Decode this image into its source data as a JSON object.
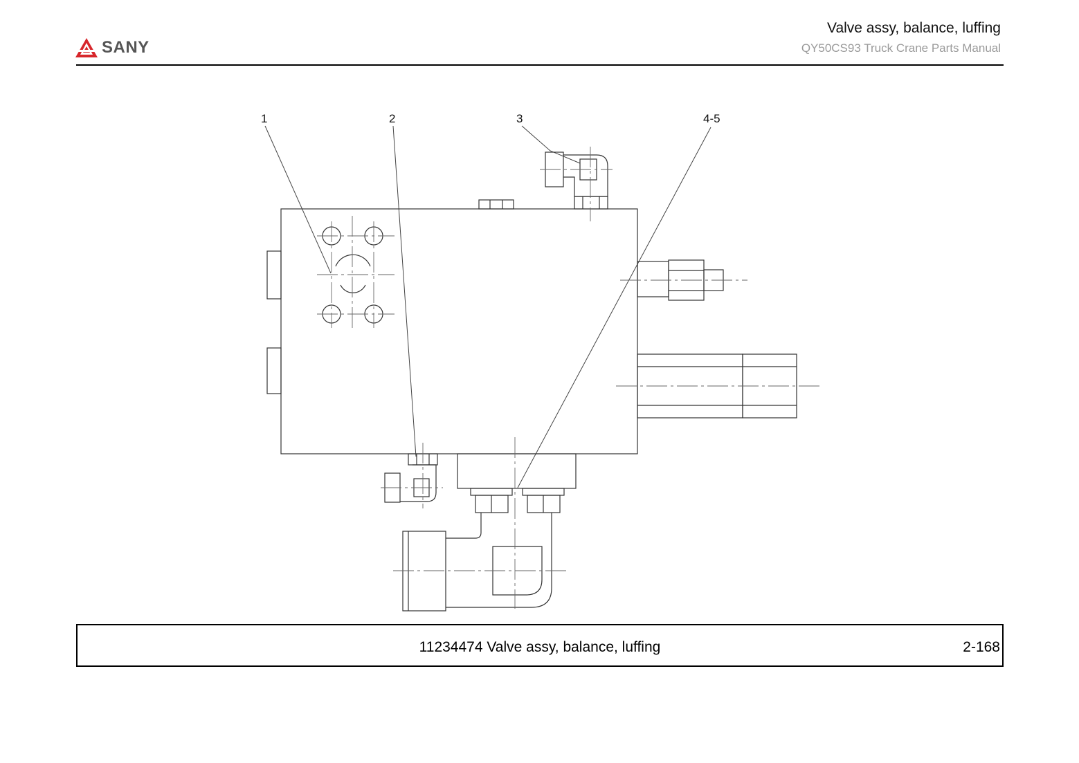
{
  "header": {
    "logo_text": "SANY",
    "title": "Valve assy, balance, luffing",
    "subtitle": "QY50CS93 Truck Crane  Parts Manual"
  },
  "diagram": {
    "callouts": [
      "1",
      "2",
      "3",
      "4-5"
    ]
  },
  "footer": {
    "caption": "11234474 Valve assy, balance, luffing",
    "page_number": "2-168"
  },
  "colors": {
    "brand_red": "#d7262b",
    "line": "#333333"
  }
}
